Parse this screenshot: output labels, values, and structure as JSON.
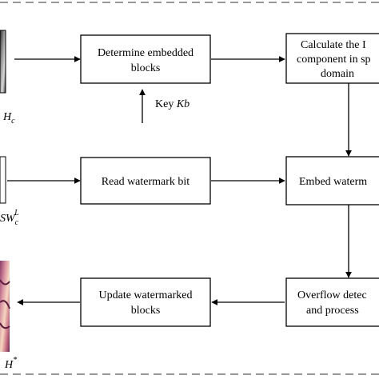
{
  "blocks": {
    "determine": {
      "line1": "Determine embedded",
      "line2": "blocks"
    },
    "calculate": {
      "line1": "Calculate the I",
      "line2": "component in sp",
      "line3": "domain"
    },
    "read": {
      "line1": "Read watermark bit"
    },
    "embed": {
      "line1": "Embed waterm"
    },
    "overflow": {
      "line1": "Overflow detec",
      "line2": "and process"
    },
    "update": {
      "line1": "Update watermarked",
      "line2": "blocks"
    }
  },
  "key": {
    "prefix": "Key ",
    "name": "Kb"
  },
  "images": {
    "host": {
      "letter": "H",
      "sub": "c"
    },
    "watermark": {
      "letters": "SW",
      "sub": "c",
      "sup": "L"
    },
    "output": {
      "letter": "H",
      "sup": "*"
    }
  },
  "colors": {
    "line": "#000000",
    "dash": "#777777"
  }
}
